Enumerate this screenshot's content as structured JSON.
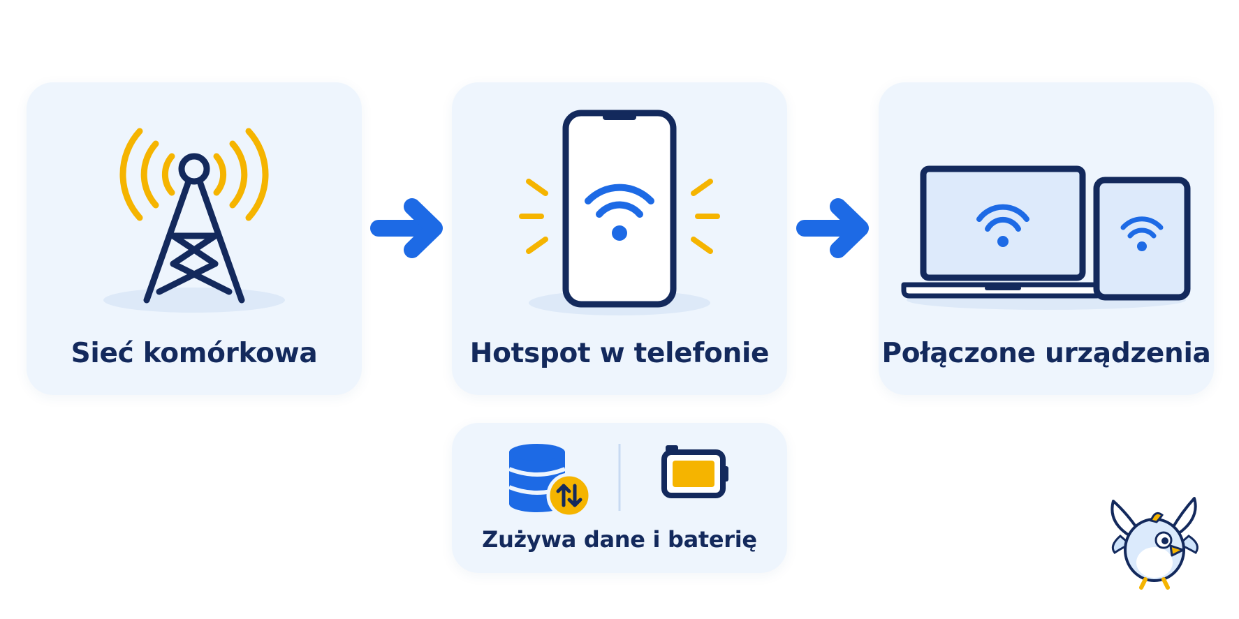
{
  "cards": {
    "tower": {
      "label": "Sieć komórkowa"
    },
    "phone": {
      "label": "Hotspot w telefonie"
    },
    "devices": {
      "label": "Połączone urządzenia"
    },
    "usage": {
      "label": "Zużywa dane i baterię"
    }
  },
  "icons": {
    "tower": "cell-tower-icon",
    "phone": "smartphone-hotspot-icon",
    "laptop": "laptop-wifi-icon",
    "tablet": "tablet-wifi-icon",
    "data": "database-transfer-icon",
    "battery": "battery-icon",
    "arrow": "arrow-right-icon",
    "mascot": "bird-mascot-icon"
  },
  "colors": {
    "navy": "#13295c",
    "blue": "#1d6ae5",
    "yellow": "#f5b400",
    "card_bg": "#eef5fd"
  }
}
